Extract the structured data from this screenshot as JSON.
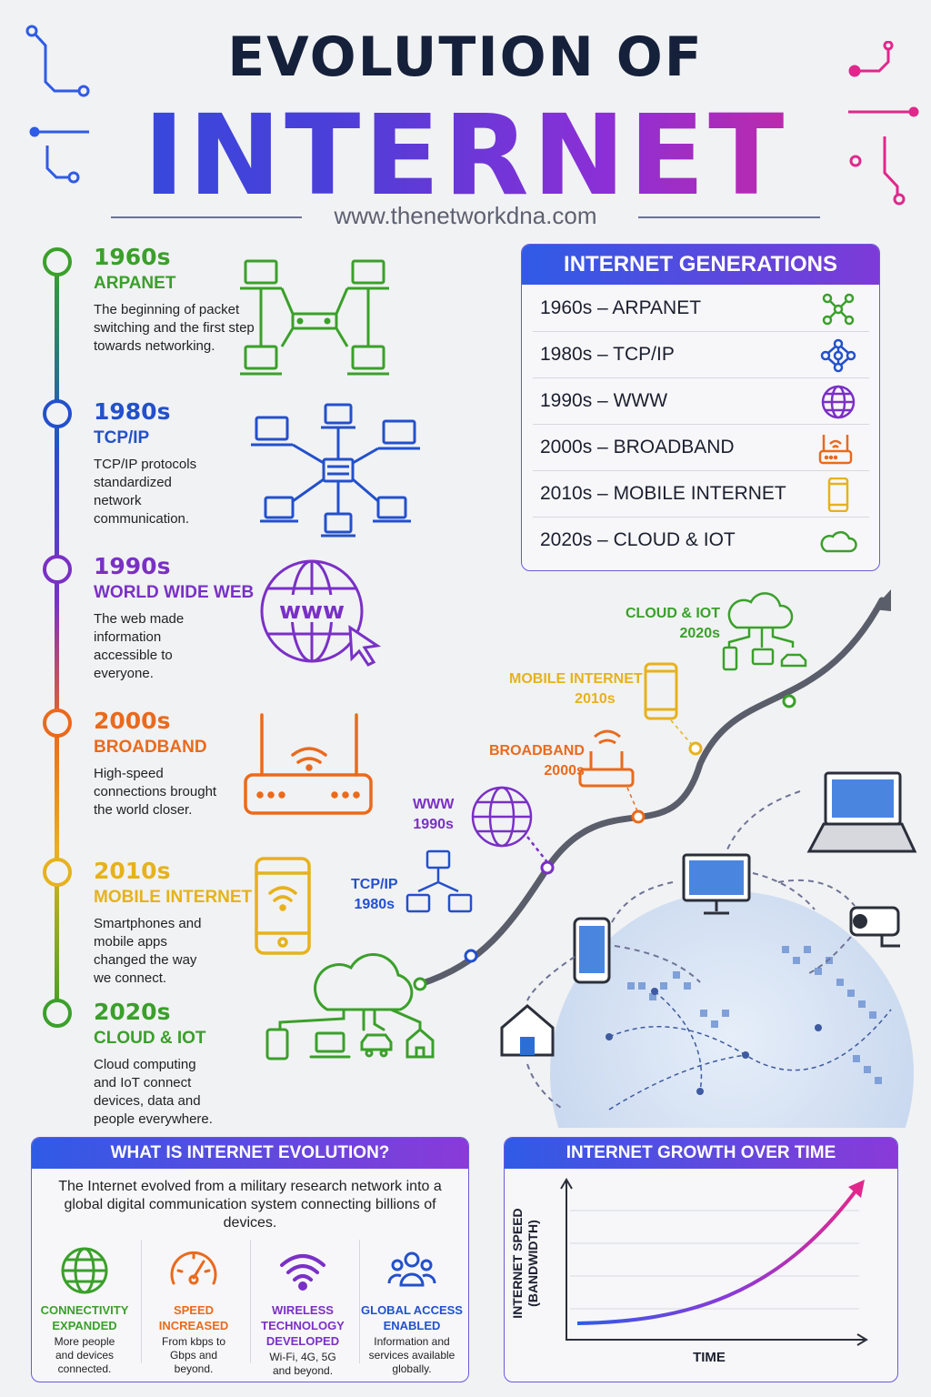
{
  "header": {
    "title_top": "EVOLUTION OF",
    "title_main": "INTERNET",
    "website": "www.thenetworkdna.com"
  },
  "colors": {
    "green": "#3aa02a",
    "blue": "#2350cc",
    "purple": "#7a30c6",
    "orange": "#ea6a1c",
    "yellow": "#e6b21c",
    "pink": "#e0288c"
  },
  "timeline": [
    {
      "year": "1960s",
      "name": "ARPANET",
      "desc": "The beginning of packet switching and the first step towards networking.",
      "icon": "network-mesh-icon"
    },
    {
      "year": "1980s",
      "name": "TCP/IP",
      "desc": "TCP/IP protocols standardized network communication.",
      "icon": "star-network-icon"
    },
    {
      "year": "1990s",
      "name": "WORLD WIDE WEB",
      "desc": "The web made information accessible to everyone.",
      "icon": "www-globe-icon"
    },
    {
      "year": "2000s",
      "name": "BROADBAND",
      "desc": "High-speed connections brought the world closer.",
      "icon": "router-icon"
    },
    {
      "year": "2010s",
      "name": "MOBILE INTERNET",
      "desc": "Smartphones and mobile apps changed the way we connect.",
      "icon": "smartphone-icon"
    },
    {
      "year": "2020s",
      "name": "CLOUD & IOT",
      "desc": "Cloud computing and IoT connect devices, data and people everywhere.",
      "icon": "cloud-devices-icon"
    }
  ],
  "generations": {
    "title": "INTERNET GENERATIONS",
    "rows": [
      {
        "text": "1960s  –  ARPANET",
        "icon": "mesh-icon"
      },
      {
        "text": "1980s  –  TCP/IP",
        "icon": "hierarchy-icon"
      },
      {
        "text": "1990s  –  WWW",
        "icon": "globe-icon"
      },
      {
        "text": "2000s  –  BROADBAND",
        "icon": "router-icon"
      },
      {
        "text": "2010s  –  MOBILE INTERNET",
        "icon": "phone-icon"
      },
      {
        "text": "2020s  –  CLOUD & IOT",
        "icon": "cloud-icon"
      }
    ]
  },
  "curve_labels": [
    {
      "line1": "CLOUD & IOT",
      "line2": "2020s"
    },
    {
      "line1": "MOBILE INTERNET",
      "line2": "2010s"
    },
    {
      "line1": "BROADBAND",
      "line2": "2000s"
    },
    {
      "line1": "WWW",
      "line2": "1990s"
    },
    {
      "line1": "TCP/IP",
      "line2": "1980s"
    }
  ],
  "what_is": {
    "title": "WHAT IS INTERNET EVOLUTION?",
    "intro": "The Internet evolved from a military research network into a global digital communication system connecting billions of devices.",
    "features": [
      {
        "title1": "CONNECTIVITY",
        "title2": "EXPANDED",
        "desc1": "More people",
        "desc2": "and devices",
        "desc3": "connected.",
        "icon": "globe-icon"
      },
      {
        "title1": "SPEED",
        "title2": "INCREASED",
        "desc1": "From kbps to",
        "desc2": "Gbps and",
        "desc3": "beyond.",
        "icon": "speedometer-icon"
      },
      {
        "title1": "WIRELESS",
        "title2": "TECHNOLOGY",
        "title3": "DEVELOPED",
        "desc1": "Wi-Fi, 4G, 5G",
        "desc2": "and beyond.",
        "icon": "wifi-icon"
      },
      {
        "title1": "GLOBAL ACCESS",
        "title2": "ENABLED",
        "desc1": "Information and",
        "desc2": "services available",
        "desc3": "globally.",
        "icon": "users-icon"
      }
    ]
  },
  "growth": {
    "title": "INTERNET GROWTH OVER TIME",
    "ylabel1": "INTERNET SPEED",
    "ylabel2": "(BANDWIDTH)",
    "xlabel": "TIME"
  }
}
